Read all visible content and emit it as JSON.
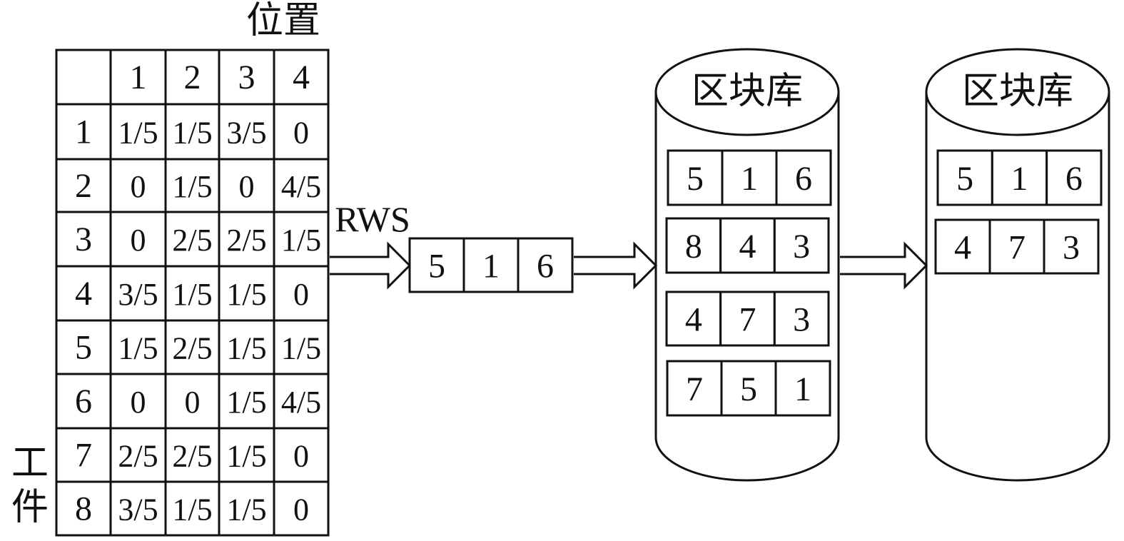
{
  "labels": {
    "position": "位置",
    "workpiece_1": "工",
    "workpiece_2": "件",
    "rws": "RWS",
    "block_library_1": "区块库",
    "block_library_2": "区块库"
  },
  "matrix": {
    "column_headers": [
      "1",
      "2",
      "3",
      "4"
    ],
    "rows": [
      {
        "id": "1",
        "cells": [
          "1/5",
          "1/5",
          "3/5",
          "0"
        ]
      },
      {
        "id": "2",
        "cells": [
          "0",
          "1/5",
          "0",
          "4/5"
        ]
      },
      {
        "id": "3",
        "cells": [
          "0",
          "2/5",
          "2/5",
          "1/5"
        ]
      },
      {
        "id": "4",
        "cells": [
          "3/5",
          "1/5",
          "1/5",
          "0"
        ]
      },
      {
        "id": "5",
        "cells": [
          "1/5",
          "2/5",
          "1/5",
          "1/5"
        ]
      },
      {
        "id": "6",
        "cells": [
          "0",
          "0",
          "1/5",
          "4/5"
        ]
      },
      {
        "id": "7",
        "cells": [
          "2/5",
          "2/5",
          "1/5",
          "0"
        ]
      },
      {
        "id": "8",
        "cells": [
          "3/5",
          "1/5",
          "1/5",
          "0"
        ]
      }
    ]
  },
  "selected_block": [
    "5",
    "1",
    "6"
  ],
  "library_1_blocks": [
    [
      "5",
      "1",
      "6"
    ],
    [
      "8",
      "4",
      "3"
    ],
    [
      "4",
      "7",
      "3"
    ],
    [
      "7",
      "5",
      "1"
    ]
  ],
  "library_2_blocks": [
    [
      "5",
      "1",
      "6"
    ],
    [
      "4",
      "7",
      "3"
    ]
  ]
}
